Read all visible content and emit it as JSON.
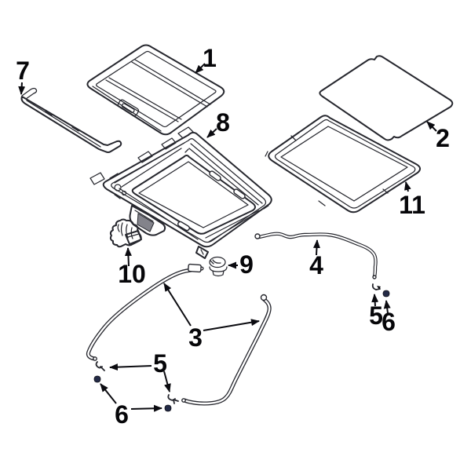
{
  "colors": {
    "background": "#ffffff",
    "line_art": "#26272e",
    "label_text": "#060609",
    "grommet_fill": "#232a46",
    "bracket_shade": "#83838b"
  },
  "callouts": {
    "glass_panel": "1",
    "sunshade": "2",
    "drain_hose_front": "3",
    "drain_hose_rear": "4",
    "clip_left": "5",
    "clip_right": "5",
    "grommet_left": "6",
    "grommet_right": "6",
    "wind_deflector": "7",
    "frame_assembly": "8",
    "drain_plug": "9",
    "motor": "10",
    "seal_frame": "11"
  }
}
